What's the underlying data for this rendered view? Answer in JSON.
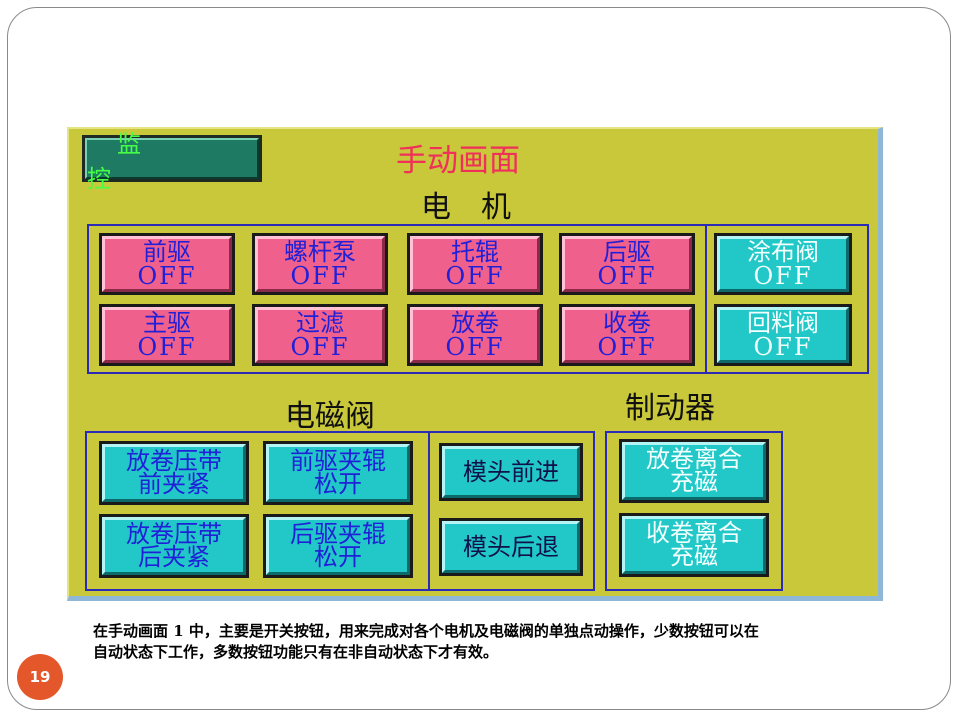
{
  "panel": {
    "monitor_button": "监　控",
    "title": "手动画面",
    "motor_heading": "电　机",
    "solenoid_heading": "电磁阀",
    "brake_heading": "制动器"
  },
  "motors": [
    {
      "label": "前驱",
      "state": "OFF"
    },
    {
      "label": "螺杆泵",
      "state": "OFF"
    },
    {
      "label": "托辊",
      "state": "OFF"
    },
    {
      "label": "后驱",
      "state": "OFF"
    },
    {
      "label": "主驱",
      "state": "OFF"
    },
    {
      "label": "过滤",
      "state": "OFF"
    },
    {
      "label": "放卷",
      "state": "OFF"
    },
    {
      "label": "收卷",
      "state": "OFF"
    }
  ],
  "valves": [
    {
      "label": "涂布阀",
      "state": "OFF"
    },
    {
      "label": "回料阀",
      "state": "OFF"
    }
  ],
  "solenoids": [
    {
      "line1": "放卷压带",
      "line2": "前夹紧"
    },
    {
      "line1": "前驱夹辊",
      "line2": "松开"
    },
    {
      "line1": "放卷压带",
      "line2": "后夹紧"
    },
    {
      "line1": "后驱夹辊",
      "line2": "松开"
    }
  ],
  "die": [
    {
      "label": "模头前进"
    },
    {
      "label": "模头后退"
    }
  ],
  "brakes": [
    {
      "line1": "放卷离合",
      "line2": "充磁"
    },
    {
      "line1": "收卷离合",
      "line2": "充磁"
    }
  ],
  "slide": {
    "caption_line1": "在手动画面 1 中，主要是开关按钮，用来完成对各个电机及电磁阀的单独点动操作，少数按钮可以在",
    "caption_line2": "自动状态下工作，多数按钮功能只有在非自动状态下才有效。",
    "page_number": "19"
  },
  "colors": {
    "panel_bg": "#c8c83a",
    "pink_button": "#f0608c",
    "cyan_button": "#22c8c8",
    "title": "#f0305a",
    "group_border": "#2b2bb8",
    "page_badge": "#e4572a"
  }
}
